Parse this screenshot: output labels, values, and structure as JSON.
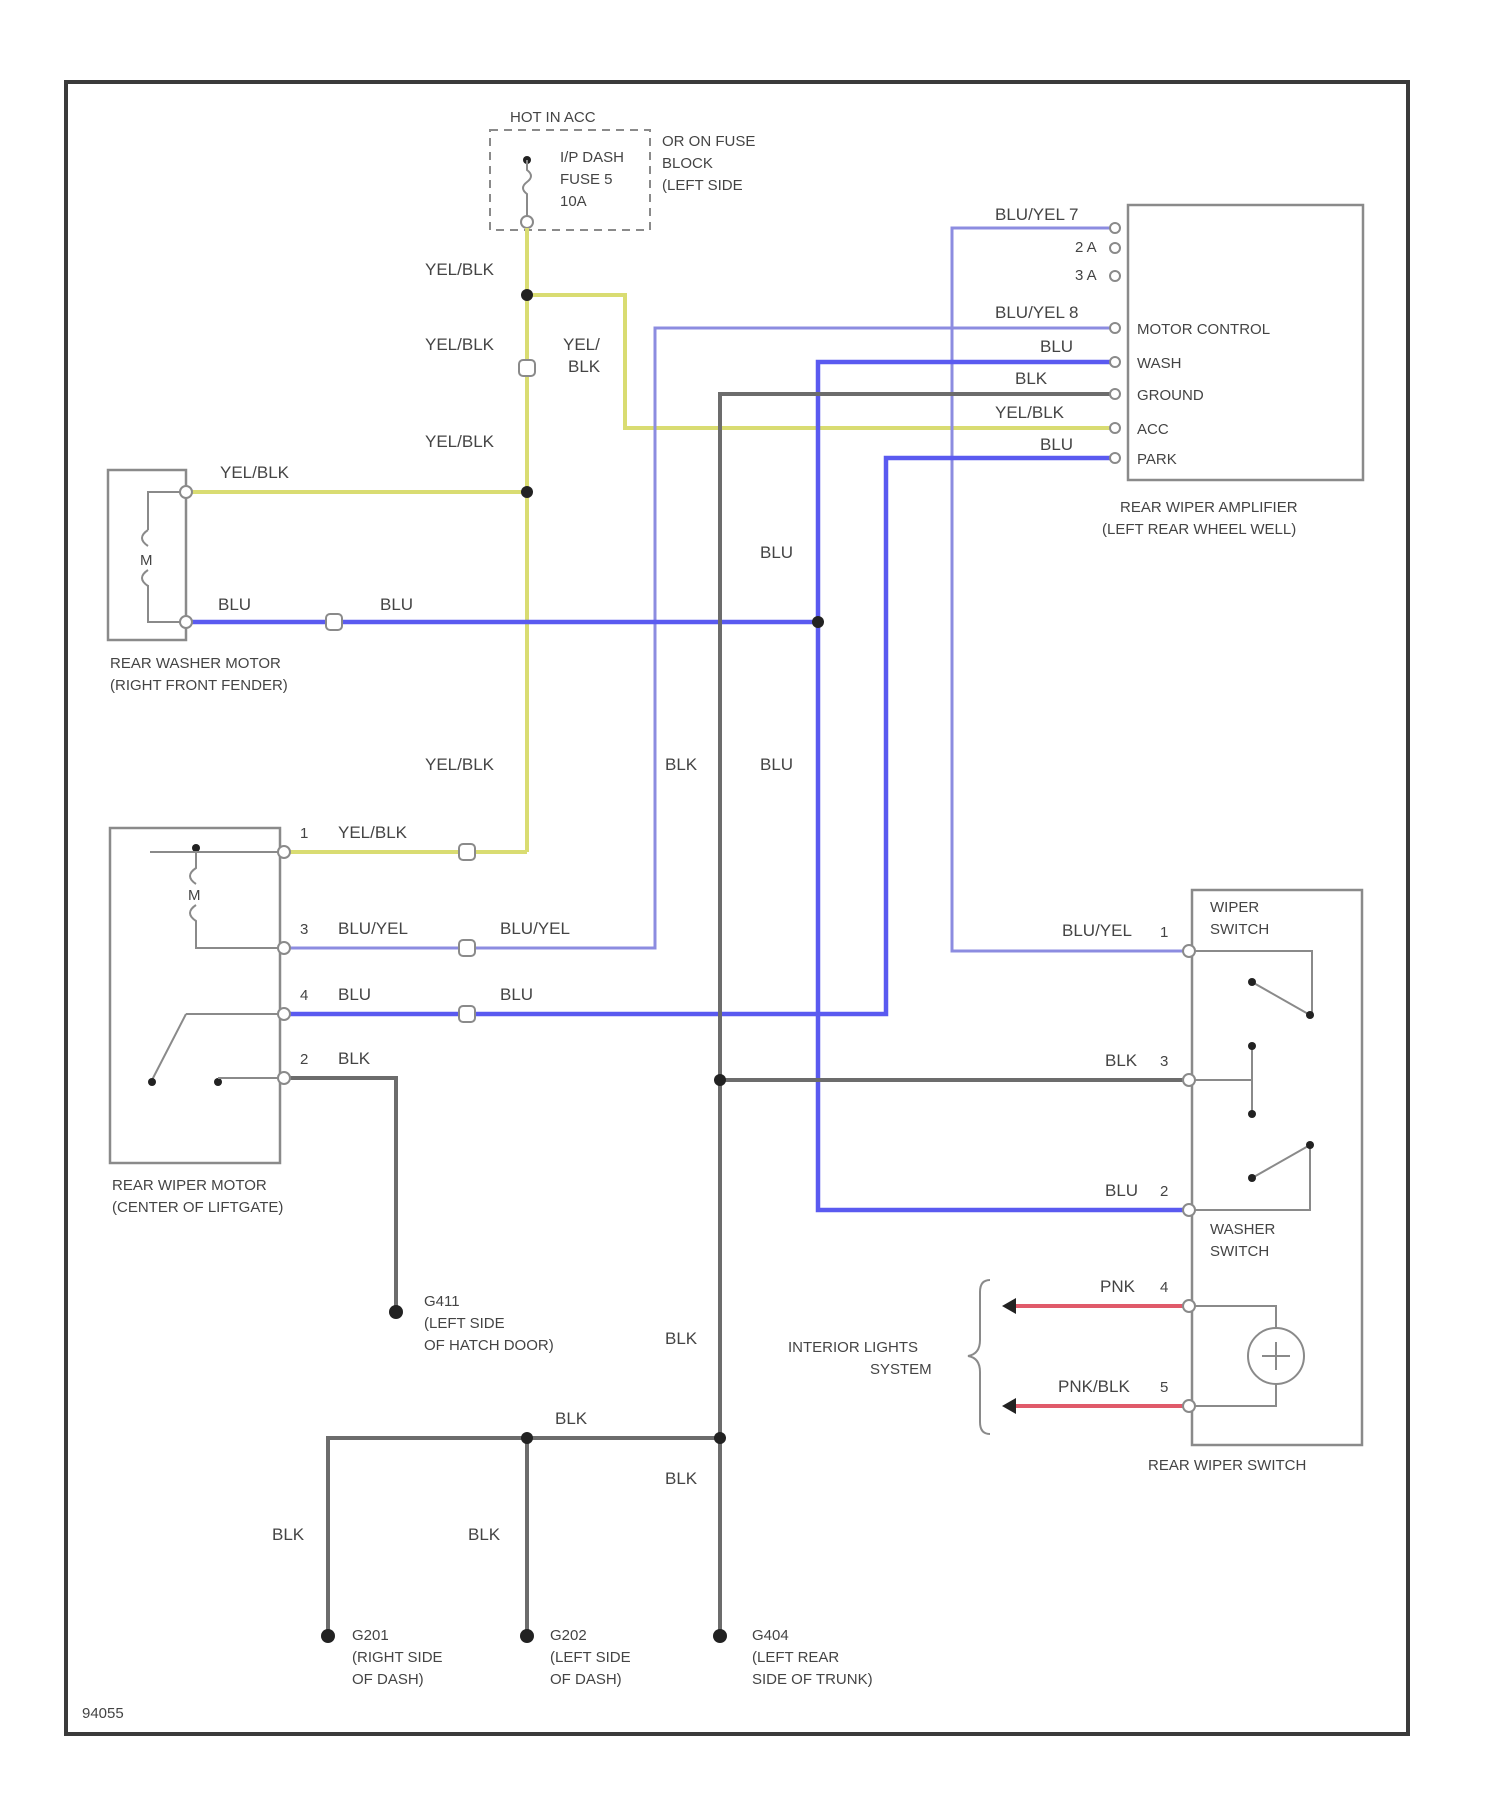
{
  "fuse": {
    "hot_label": "HOT IN ACC",
    "name_lines": [
      "I/P DASH",
      "FUSE 5",
      "10A"
    ],
    "block_lines": [
      "OR ON FUSE",
      "BLOCK",
      "(LEFT SIDE"
    ]
  },
  "wires": {
    "yel_blk": "YEL/BLK",
    "yel_blk_split": [
      "YEL/",
      "BLK"
    ],
    "blu": "BLU",
    "blk": "BLK",
    "blu_yel": "BLU/YEL",
    "pnk": "PNK",
    "pnk_blk": "PNK/BLK",
    "blu_yel_7": "BLU/YEL 7",
    "blu_yel_8": "BLU/YEL 8",
    "blu_2": "BLU",
    "blk_3": "BLK"
  },
  "amplifier": {
    "pins": [
      "2 A",
      "3 A"
    ],
    "terminals": [
      "MOTOR CONTROL",
      "WASH",
      "GROUND",
      "ACC",
      "PARK"
    ],
    "label_lines": [
      "REAR WIPER AMPLIFIER",
      "(LEFT REAR WHEEL WELL)"
    ]
  },
  "washer_motor": {
    "symbol": "M",
    "label_lines": [
      "REAR WASHER MOTOR",
      "(RIGHT FRONT FENDER)"
    ]
  },
  "wiper_motor": {
    "symbol": "M",
    "pin_numbers": [
      "1",
      "3",
      "4",
      "2"
    ],
    "label_lines": [
      "REAR WIPER MOTOR",
      "(CENTER OF LIFTGATE)"
    ]
  },
  "switch": {
    "wiper_lines": [
      "WIPER",
      "SWITCH"
    ],
    "washer_lines": [
      "WASHER",
      "SWITCH"
    ],
    "pin_numbers": [
      "1",
      "3",
      "2",
      "4",
      "5"
    ],
    "interior_lines": [
      "INTERIOR LIGHTS",
      "SYSTEM"
    ],
    "label": "REAR WIPER SWITCH"
  },
  "grounds": {
    "g411": [
      "G411",
      "(LEFT SIDE",
      "OF HATCH DOOR)"
    ],
    "g201": [
      "G201",
      "(RIGHT SIDE",
      "OF DASH)"
    ],
    "g202": [
      "G202",
      "(LEFT SIDE",
      "OF DASH)"
    ],
    "g404": [
      "G404",
      "(LEFT REAR",
      "SIDE OF TRUNK)"
    ]
  },
  "diagram_code": "94055"
}
